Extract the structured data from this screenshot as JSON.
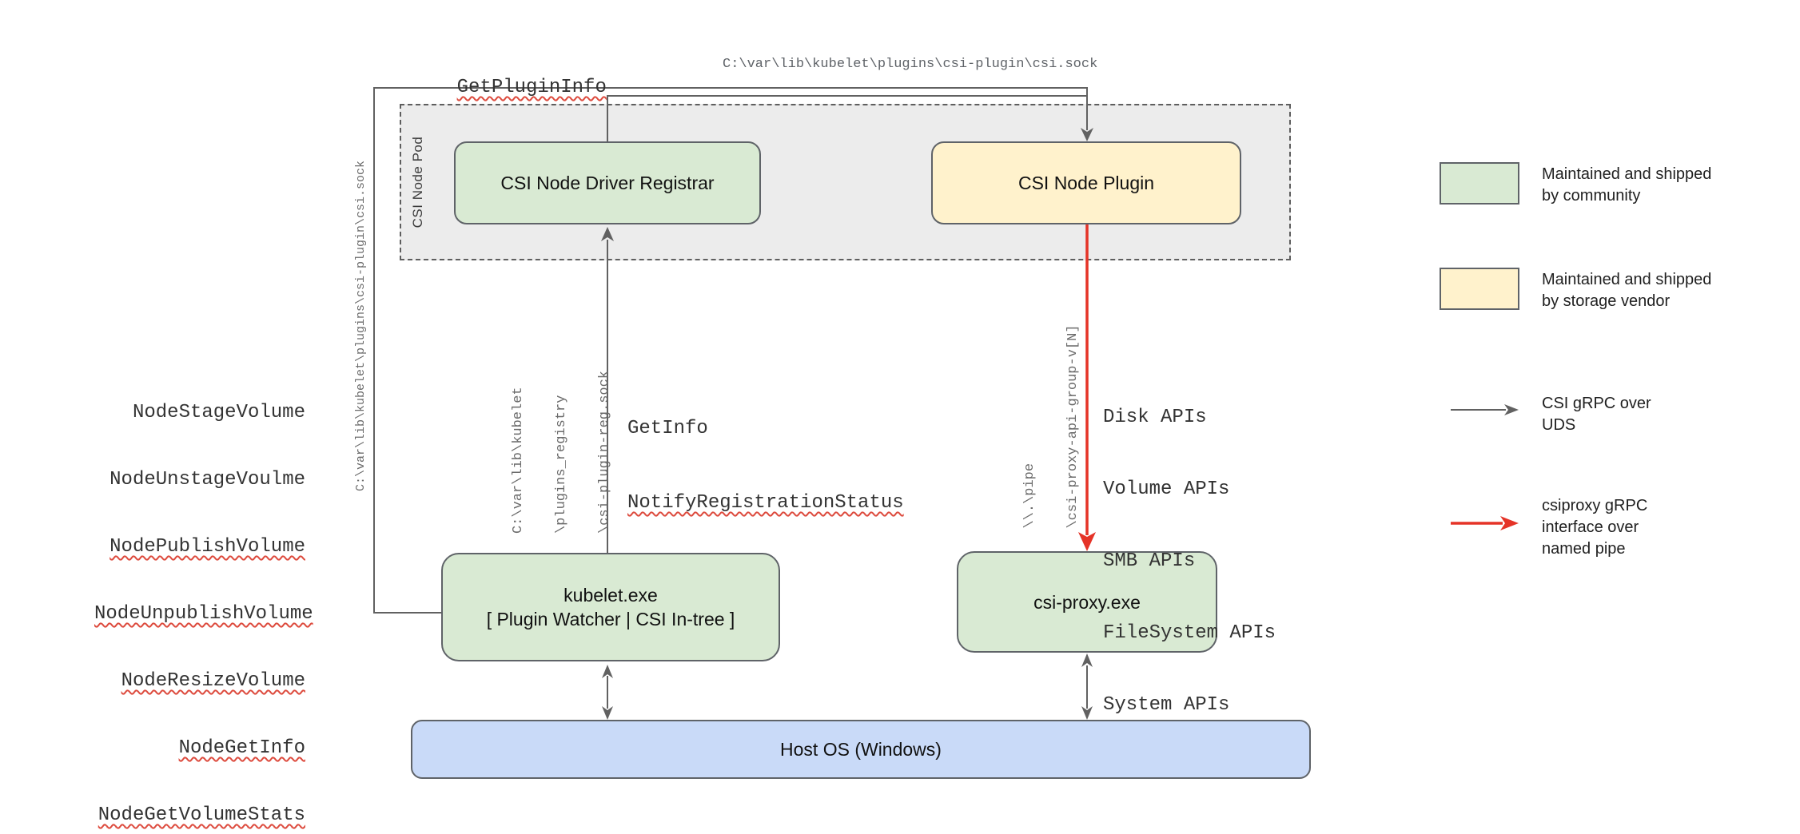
{
  "nodes": {
    "pod_label": "CSI Node Pod",
    "registrar": "CSI Node Driver Registrar",
    "plugin": "CSI Node Plugin",
    "kubelet_line1": "kubelet.exe",
    "kubelet_line2": "[ Plugin Watcher | CSI In-tree ]",
    "csi_proxy": "csi-proxy.exe",
    "host_os": "Host OS (Windows)"
  },
  "labels": {
    "get_plugin_info": "GetPluginInfo",
    "csi_sock_path_top": "C:\\var\\lib\\kubelet\\plugins\\csi-plugin\\csi.sock",
    "csi_sock_path_left": "C:\\var\\lib\\kubelet\\plugins\\csi-plugin\\csi.sock",
    "node_calls": [
      "NodeStageVolume",
      "NodeUnstageVoulme",
      "NodePublishVolume",
      "NodeUnpublishVolume",
      "NodeResizeVolume",
      "NodeGetInfo",
      "NodeGetVolumeStats"
    ],
    "registry_path": [
      "C:\\var\\lib\\kubelet",
      "\\plugins_registry",
      "\\csi-plugin-reg.sock"
    ],
    "registrar_calls": [
      "GetInfo",
      "NotifyRegistrationStatus"
    ],
    "pipe_path": [
      "\\\\.\\pipe",
      "\\csi-proxy-api-group-v[N]"
    ],
    "api_calls": [
      "Disk APIs",
      "Volume APIs",
      "SMB APIs",
      "FileSystem APIs",
      "System APIs"
    ]
  },
  "legend": {
    "community_line1": "Maintained and shipped",
    "community_line2": "by community",
    "vendor_line1": "Maintained and shipped",
    "vendor_line2": "by storage vendor",
    "uds_line1": "CSI gRPC over",
    "uds_line2": "UDS",
    "pipe_line1": "csiproxy gRPC",
    "pipe_line2": "interface over",
    "pipe_line3": "named pipe"
  },
  "colors": {
    "community_green": "#d9ead3",
    "vendor_yellow": "#fff2cc",
    "host_blue": "#c9daf8",
    "pod_gray": "#ececec",
    "wire_gray": "#616161",
    "pipe_red": "#e53327",
    "squiggle_red": "#dd4b3e"
  }
}
